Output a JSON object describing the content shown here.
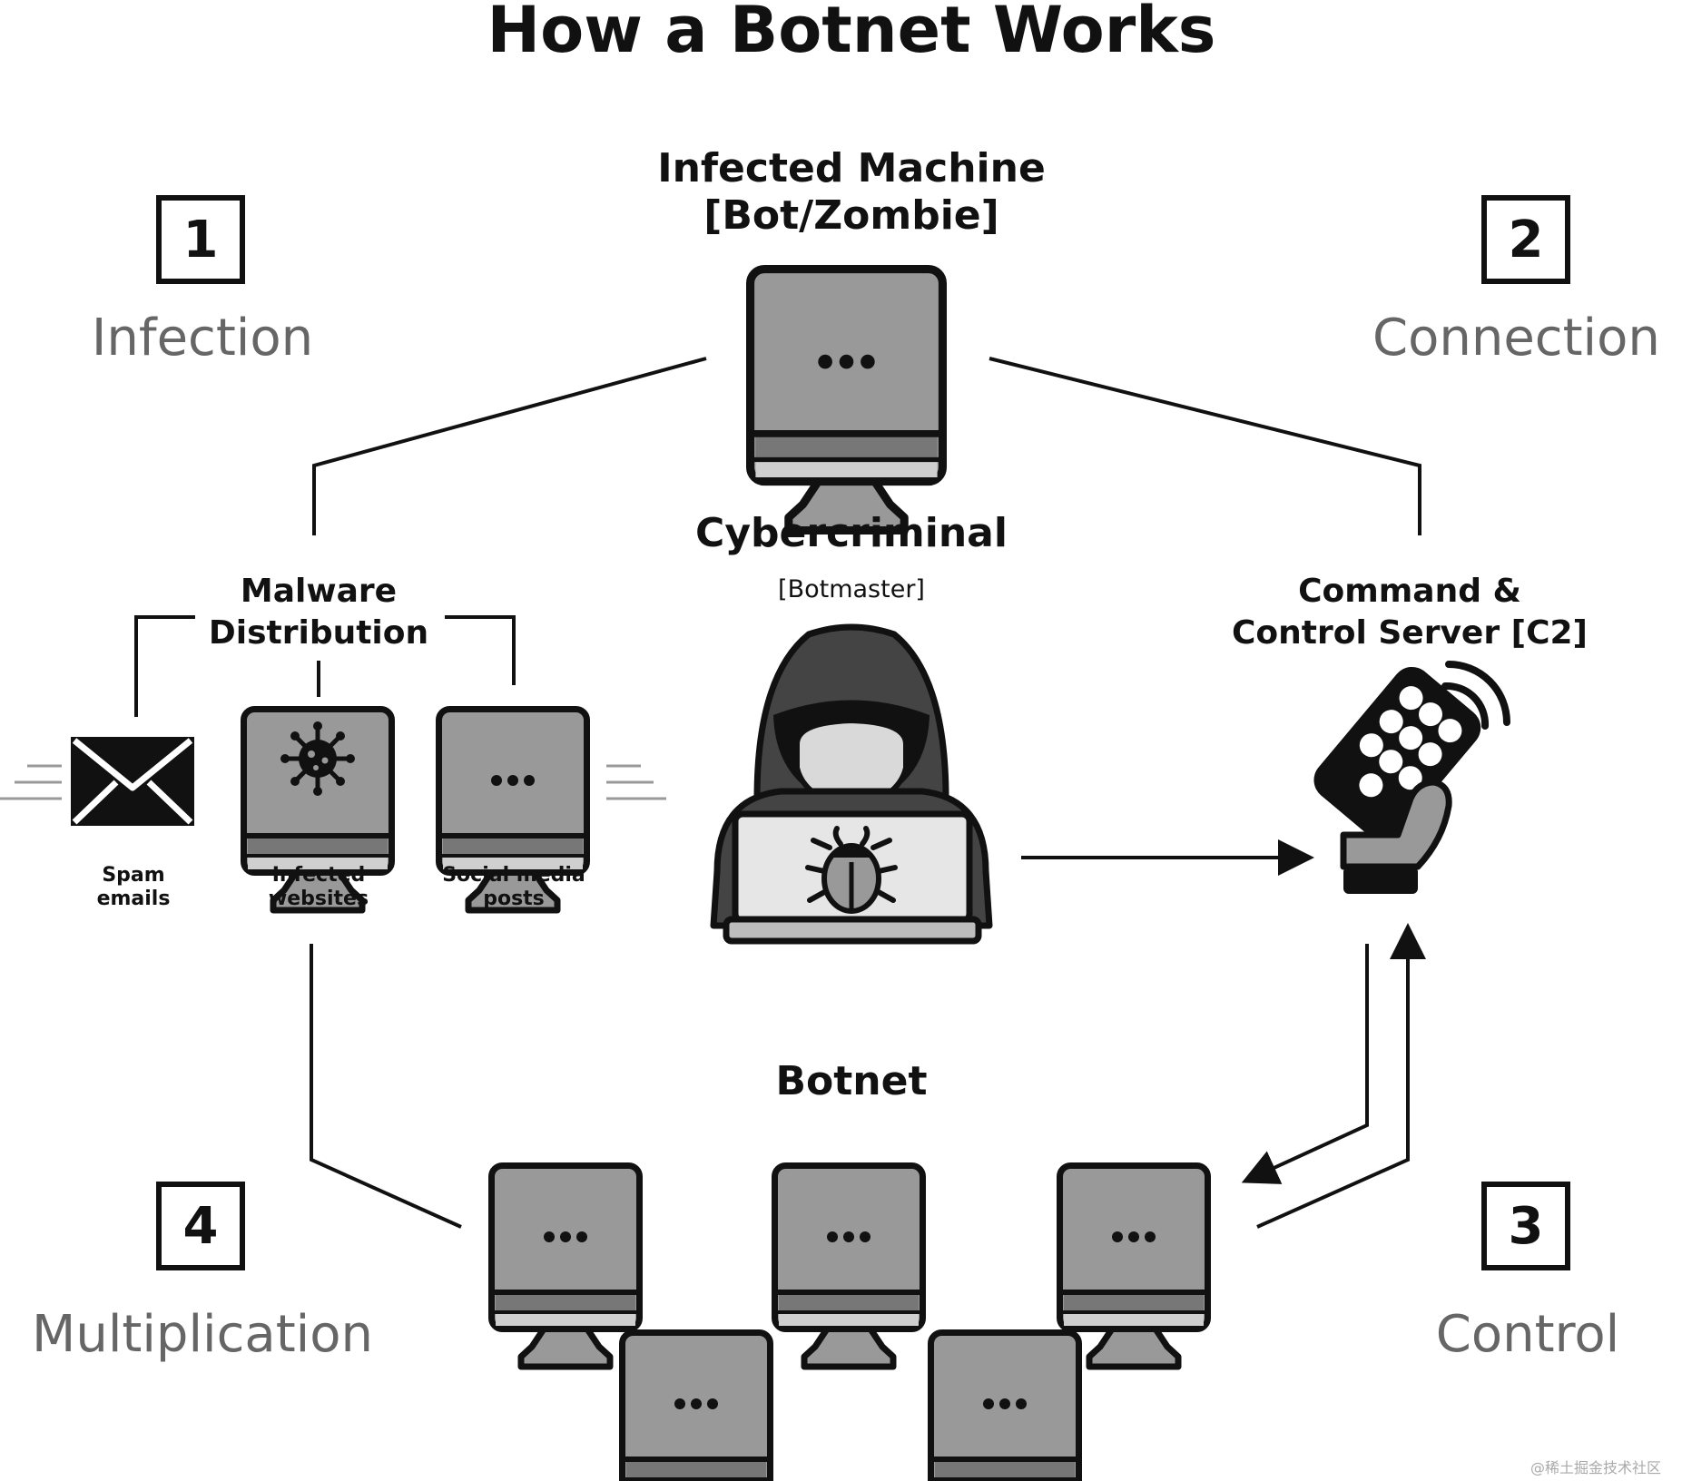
{
  "title": "How a Botnet Works",
  "steps": [
    {
      "number": "1",
      "name": "Infection"
    },
    {
      "number": "2",
      "name": "Connection"
    },
    {
      "number": "3",
      "name": "Control"
    },
    {
      "number": "4",
      "name": "Multiplication"
    }
  ],
  "infected_machine": {
    "line1": "Infected Machine",
    "line2": "[Bot/Zombie]"
  },
  "cybercriminal": {
    "line1": "Cybercriminal",
    "line2": "[Botmaster]"
  },
  "malware_distribution": {
    "line1": "Malware",
    "line2": "Distribution"
  },
  "c2_server": {
    "line1": "Command &",
    "line2": "Control Server [C2]"
  },
  "channels": [
    {
      "line1": "Spam",
      "line2": "emails"
    },
    {
      "line1": "Infected",
      "line2": "websites"
    },
    {
      "line1": "Social media",
      "line2": "posts"
    }
  ],
  "botnet_label": "Botnet",
  "watermark": "@稀土掘金技术社区",
  "icons": [
    "monitor-icon",
    "envelope-icon",
    "virus-icon",
    "hacker-icon",
    "bug-icon",
    "remote-control-icon",
    "signal-icon"
  ],
  "colors": {
    "ink": "#111111",
    "screen": "#999999",
    "step_text": "#666666"
  }
}
